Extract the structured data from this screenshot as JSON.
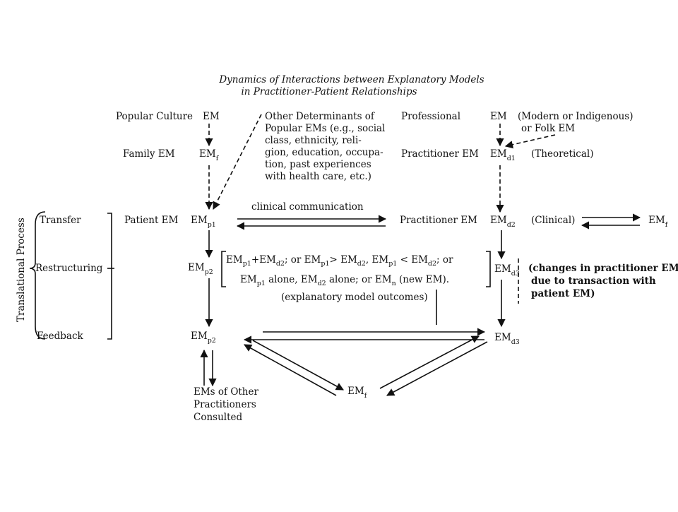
{
  "title": {
    "line1": "Dynamics of Interactions between Explanatory Models",
    "line2": "in Practitioner-Patient Relationships"
  },
  "labels": {
    "popular_culture": "Popular Culture",
    "em": "EM",
    "family_em": "Family EM",
    "patient_em": "Patient EM",
    "em_sym": "EM",
    "sub_f": "f",
    "sub_p1": "p1",
    "sub_p2": "p2",
    "sub_d1": "d1",
    "sub_d2": "d2",
    "sub_d3": "d3",
    "other_determinants": [
      "Other Determinants of",
      "Popular EMs (e.g., social",
      "class, ethnicity, reli-",
      "gion, education, occupa-",
      "tion, past experiences",
      "with health care, etc.)"
    ],
    "professional": "Professional",
    "modern_indigenous": "(Modern or Indigenous)",
    "or_folk_em": "or Folk EM",
    "practitioner_em": "Practitioner EM",
    "theoretical": "(Theoretical)",
    "clinical": "(Clinical)",
    "clinical_communication": "clinical communication",
    "outcomes_row1": [
      "+EM",
      "; or EM",
      "> EM",
      ", EM",
      " <  EM",
      "; or"
    ],
    "outcomes_row2": [
      " alone, EM",
      " alone; or EM",
      " (new EM)."
    ],
    "explanatory_outcomes": "(explanatory model outcomes)",
    "changes": [
      "(changes in practitioner EM",
      "due to transaction with",
      "patient EM)"
    ],
    "other_practitioners": [
      "EMs of Other",
      "Practitioners",
      "Consulted"
    ],
    "translational_process": "Translational Process",
    "transfer": "Transfer",
    "restructuring": "Restructuring",
    "feedback": "Feedback"
  }
}
